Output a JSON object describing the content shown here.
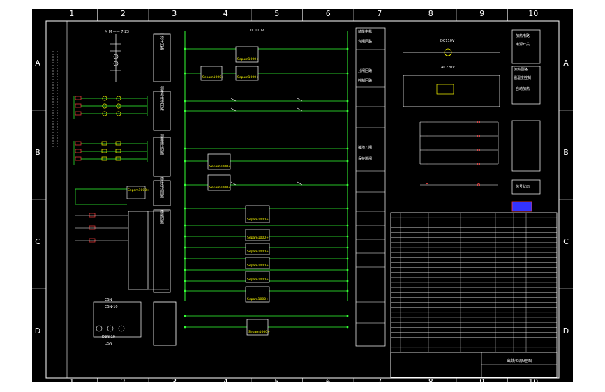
{
  "drawing": {
    "columns": [
      "1",
      "2",
      "3",
      "4",
      "5",
      "6",
      "7",
      "8",
      "9",
      "10"
    ],
    "rows": [
      "A",
      "B",
      "C",
      "D"
    ],
    "sheet_title": "出线柜原理图"
  },
  "left_panel": {
    "bus_header": "M M —— 7-Z3",
    "bottom_connector_top": "CSN",
    "bottom_connector_top_label": "CSN-10",
    "bottom_connector_bottom": "DSN-10",
    "bottom_connector_bottom_label": "DSN",
    "terminal_label": "CSN",
    "relay_label": "Sepam1000+"
  },
  "function_boxes": [
    "一次主回路",
    "测量与电流回路",
    "测量电压回路",
    "零序电流回路",
    "电能回路"
  ],
  "main_circuit": {
    "supply_label": "DC110V",
    "relay_label": "Sepam1000+"
  },
  "right_label_column": [
    "储能电机",
    "合闸回路",
    "分闸回路",
    "控制回路",
    "接地刀闸",
    "保护跳闸"
  ],
  "far_right": {
    "supply_dc": "DC110V",
    "supply_ac": "AC220V",
    "labels": [
      "加热电路",
      "电源开关",
      "加热回路",
      "温湿度控制",
      "自动加热",
      "信号状态"
    ]
  },
  "components_table": {
    "rows": 28
  },
  "colors": {
    "frame": "#000000",
    "wire": "#33ff33",
    "label": "#ffff00",
    "terminal": "#ff4040",
    "text": "#ffffff",
    "logo": "#3333ff"
  }
}
